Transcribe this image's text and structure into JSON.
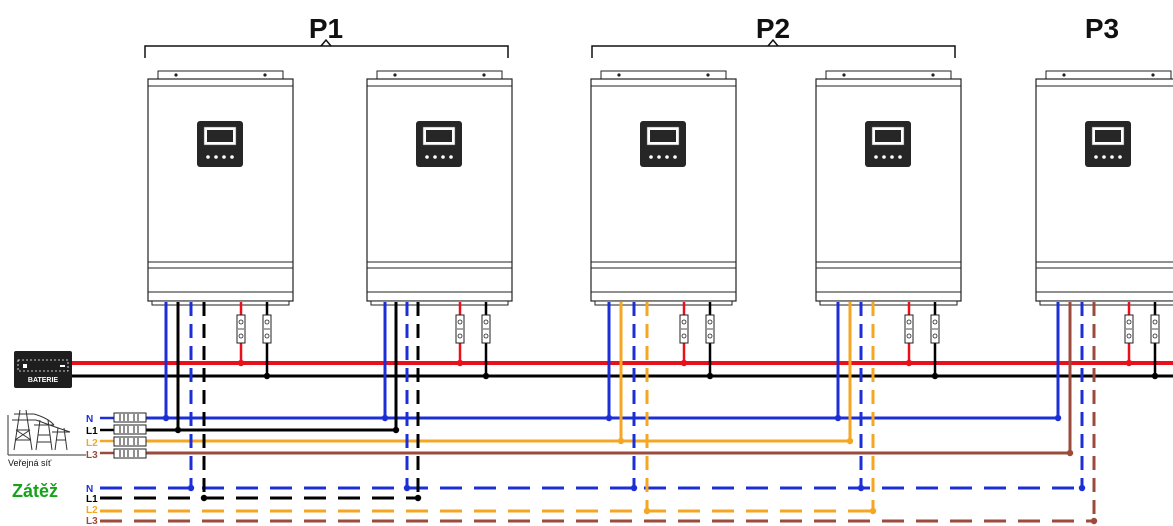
{
  "groups": [
    {
      "label": "P1"
    },
    {
      "label": "P2"
    },
    {
      "label": "P3"
    }
  ],
  "battery": {
    "label": "BATERIE"
  },
  "grid": {
    "label": "Veřejná síť",
    "phases": [
      "N",
      "L1",
      "L2",
      "L3"
    ]
  },
  "load": {
    "label": "Zátěž",
    "phases": [
      "N",
      "L1",
      "L2",
      "L3"
    ]
  },
  "colors": {
    "N": "#1c2fd6",
    "L1": "#000000",
    "L2": "#f5a623",
    "L3": "#9b4a3c",
    "battery_pos": "#e8101a",
    "battery_neg": "#000000",
    "load_label": "#17a21a"
  }
}
